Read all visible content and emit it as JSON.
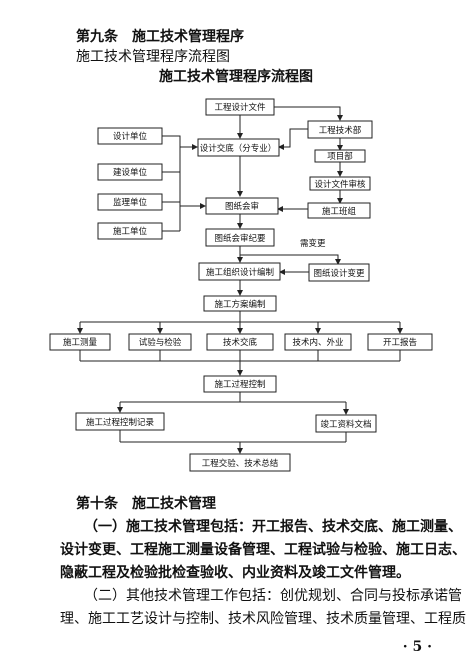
{
  "heading_article9": "第九条　施工技术管理程序",
  "subheading": "施工技术管理程序流程图",
  "flowchart": {
    "title": "施工技术管理程序流程图",
    "nodes": {
      "eng_design": "工程设计文件",
      "eng_tech_dept": "工程技术部",
      "design_unit": "设计单位",
      "design_disclosure": "设计交底（分专业）",
      "project_dept": "项目部",
      "build_unit": "建设单位",
      "design_review": "设计文件审核",
      "supervision_unit": "监理单位",
      "drawing_review": "图纸会审",
      "construction_team": "施工班组",
      "construction_unit": "施工单位",
      "review_minutes": "图纸会审纪要",
      "change_label": "需变更",
      "org_design": "施工组织设计编制",
      "drawing_change": "图纸设计变更",
      "plan_compile": "施工方案编制",
      "survey": "施工测量",
      "test_inspect": "试验与检验",
      "tech_disclosure": "技术交底",
      "tech_inside_outside": "技术内、外业",
      "start_report": "开工报告",
      "process_control": "施工过程控制",
      "process_record": "施工过程控制记录",
      "completion_docs": "竣工资料文档",
      "handover_summary": "工程交验、技术总结"
    }
  },
  "heading_article10": "第十条　施工技术管理",
  "paragraphs": {
    "p1": "（一）施工技术管理包括：开工报告、技术交底、施工测量、",
    "p2": "设计变更、工程施工测量设备管理、工程试验与检验、施工日志、",
    "p3": "隐蔽工程及检验批检查验收、内业资料及竣工文件管理。",
    "p4": "（二）其他技术管理工作包括：创优规划、合同与投标承诺管",
    "p5": "理、施工工艺设计与控制、技术风险管理、技术质量管理、工程质"
  },
  "page_number": "· 5 ·"
}
